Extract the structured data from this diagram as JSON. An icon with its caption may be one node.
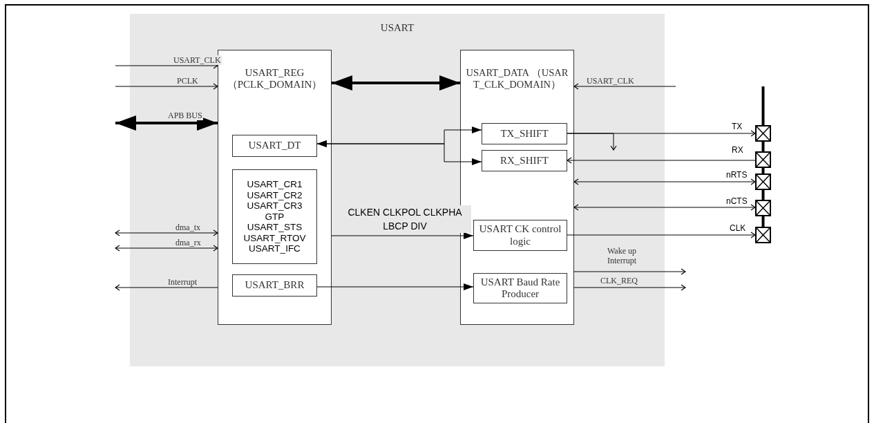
{
  "diagram": {
    "nodes": [
      {
        "text": [
          "USART"
        ]
      },
      {
        "text": [
          "USART_REG （PCLK_DOMAIN）"
        ],
        "in": 0
      },
      {
        "text": [
          "USART_DT"
        ],
        "in": 1
      },
      {
        "text": [
          "USART_CR1",
          "USART_CR2",
          "USART_CR3",
          "GTP",
          "USART_STS",
          "USART_RTOV",
          "USART_IFC"
        ],
        "in": 1
      },
      {
        "text": [
          "USART_BRR"
        ],
        "in": 1
      },
      {
        "text": [
          "USART_DATA （USART_CLK_DOMAIN）"
        ],
        "in": 0
      },
      {
        "text": [
          "TX_SHIFT"
        ],
        "in": 5
      },
      {
        "text": [
          "RX_SHIFT"
        ],
        "in": 5
      },
      {
        "text": [
          "USART CK control logic"
        ],
        "in": 5
      },
      {
        "text": [
          "USART Baud Rate Producer"
        ],
        "in": 5
      },
      {
        "text": [],
        "shape": "box"
      },
      {
        "text": [],
        "shape": "box"
      },
      {
        "text": [],
        "shape": "box"
      },
      {
        "text": [],
        "shape": "box"
      },
      {
        "text": [],
        "shape": "box"
      }
    ],
    "edges": [
      {
        "from": null,
        "to": 1,
        "arrow": "to",
        "label": "USART_CLK"
      },
      {
        "from": null,
        "to": 1,
        "arrow": "to",
        "label": "PCLK"
      },
      {
        "from": null,
        "to": 1,
        "arrow": "both",
        "label": "APB BUS",
        "style": "thick"
      },
      {
        "from": null,
        "to": 1,
        "arrow": "both",
        "label": "dma_tx"
      },
      {
        "from": null,
        "to": 1,
        "arrow": "both",
        "label": "dma_rx"
      },
      {
        "from": 1,
        "to": null,
        "arrow": "to",
        "label": "Interrupt"
      },
      {
        "from": 1,
        "to": 5,
        "arrow": "both",
        "style": "thick"
      },
      {
        "from": 2,
        "to": 6,
        "arrow": "both"
      },
      {
        "from": 2,
        "to": 7,
        "arrow": "both"
      },
      {
        "from": 1,
        "to": 8,
        "arrow": "to",
        "label": "CLKEN CLKPOL CLKPHA LBCP DIV"
      },
      {
        "from": 4,
        "to": 9,
        "arrow": "to"
      },
      {
        "from": null,
        "to": 5,
        "arrow": "to",
        "label": "USART_CLK"
      },
      {
        "from": 6,
        "to": 10,
        "arrow": "to",
        "label": "TX"
      },
      {
        "from": 6,
        "to": 7,
        "arrow": "to"
      },
      {
        "from": 11,
        "to": 7,
        "arrow": "to",
        "label": "RX"
      },
      {
        "from": 5,
        "to": 12,
        "arrow": "both",
        "label": "nRTS"
      },
      {
        "from": 5,
        "to": 13,
        "arrow": "both",
        "label": "nCTS"
      },
      {
        "from": 8,
        "to": 14,
        "arrow": "to",
        "label": "CLK"
      },
      {
        "from": 5,
        "to": null,
        "arrow": "to",
        "label": "Wake up Interrupt"
      },
      {
        "from": 5,
        "to": null,
        "arrow": "to",
        "label": "CLK_REQ"
      },
      {
        "from": null,
        "to": 10,
        "arrow": "none",
        "style": "thick"
      },
      {
        "from": 10,
        "to": 11,
        "arrow": "none",
        "style": "thick"
      },
      {
        "from": 11,
        "to": 12,
        "arrow": "none",
        "style": "thick"
      },
      {
        "from": 12,
        "to": 13,
        "arrow": "none",
        "style": "thick"
      },
      {
        "from": 13,
        "to": 14,
        "arrow": "none",
        "style": "thick"
      }
    ]
  }
}
